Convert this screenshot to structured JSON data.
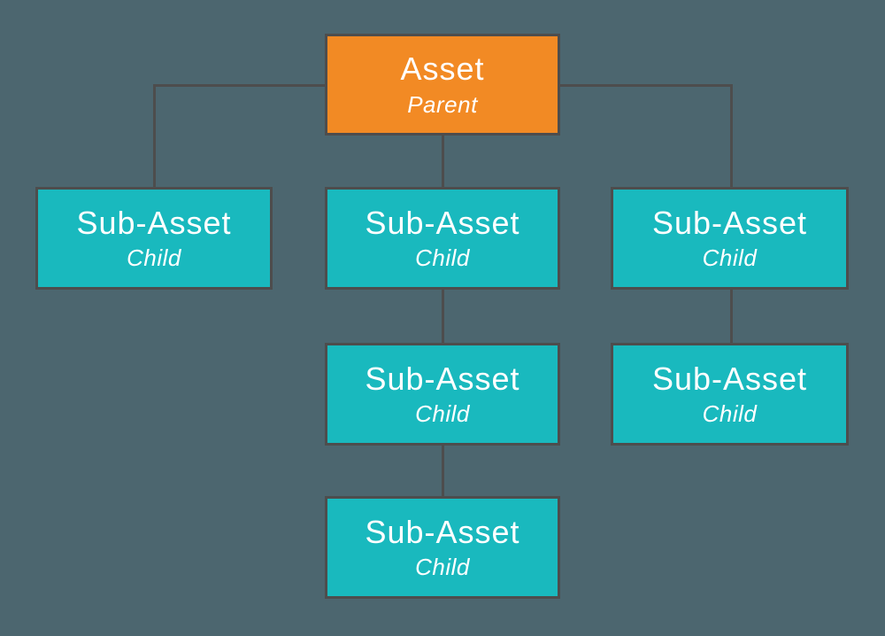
{
  "diagram": {
    "background_color": "#4C666F",
    "line_color": "#4D4D4D",
    "parent_color": "#F28A24",
    "child_color": "#19B9BE",
    "text_color": "#FFFFFF",
    "nodes": [
      {
        "title": "Asset",
        "subtitle": "Parent",
        "type": "parent"
      },
      {
        "title": "Sub-Asset",
        "subtitle": "Child",
        "type": "child"
      },
      {
        "title": "Sub-Asset",
        "subtitle": "Child",
        "type": "child"
      },
      {
        "title": "Sub-Asset",
        "subtitle": "Child",
        "type": "child"
      },
      {
        "title": "Sub-Asset",
        "subtitle": "Child",
        "type": "child"
      },
      {
        "title": "Sub-Asset",
        "subtitle": "Child",
        "type": "child"
      },
      {
        "title": "Sub-Asset",
        "subtitle": "Child",
        "type": "child"
      }
    ]
  }
}
